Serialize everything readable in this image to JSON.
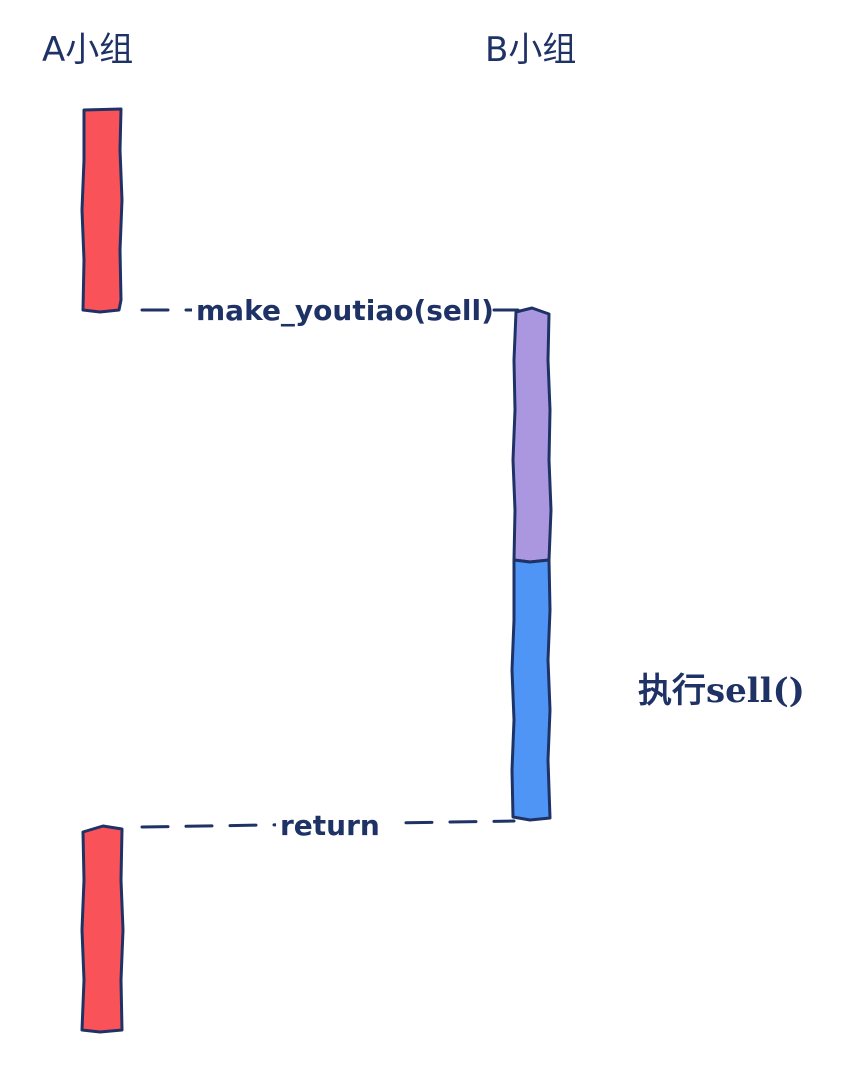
{
  "lanes": {
    "a_label": "A小组",
    "b_label": "B小组"
  },
  "messages": {
    "call_label": "make_youtiao(sell)",
    "return_label": "return"
  },
  "note": {
    "label": "执行sell()"
  },
  "colors": {
    "ink": "#1f3266",
    "lane_a_bar": "#f95259",
    "lane_b_waiting_bar": "#ab97e0",
    "lane_b_executing_bar": "#4f95f5",
    "background": "#ffffff"
  }
}
